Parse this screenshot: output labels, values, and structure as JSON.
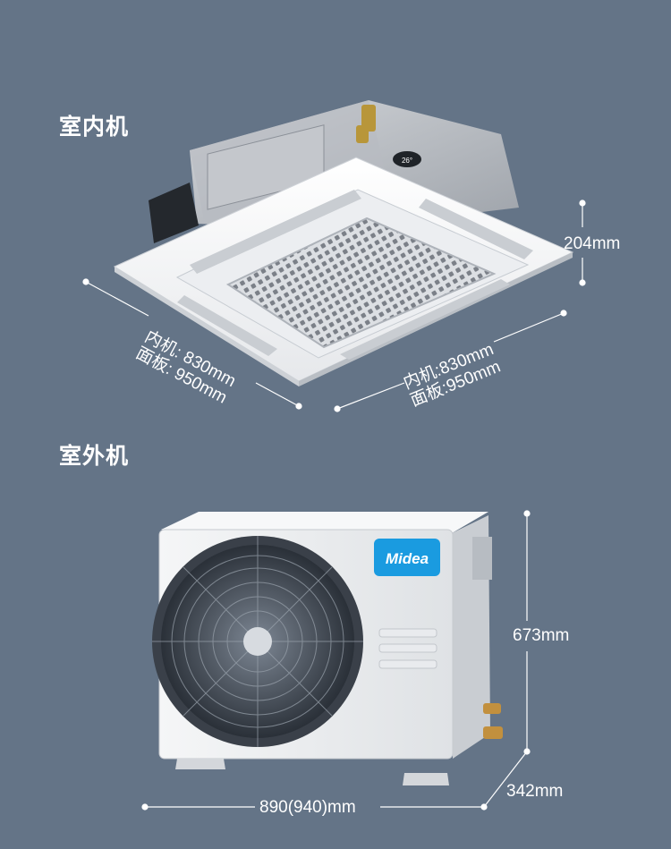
{
  "indoor": {
    "heading": "室内机",
    "display_text": "26°",
    "height_label": "204mm",
    "left_dim": {
      "line1": "内机: 830mm",
      "line2": "面板: 950mm"
    },
    "right_dim": {
      "line1": "内机:830mm",
      "line2": "面板:950mm"
    }
  },
  "outdoor": {
    "heading": "室外机",
    "logo_text": "Midea",
    "height_label": "673mm",
    "width_label": "890(940)mm",
    "depth_label": "342mm"
  },
  "colors": {
    "background": "#647487",
    "brand_blue": "#1a9be0",
    "unit_white": "#eef0f2"
  }
}
